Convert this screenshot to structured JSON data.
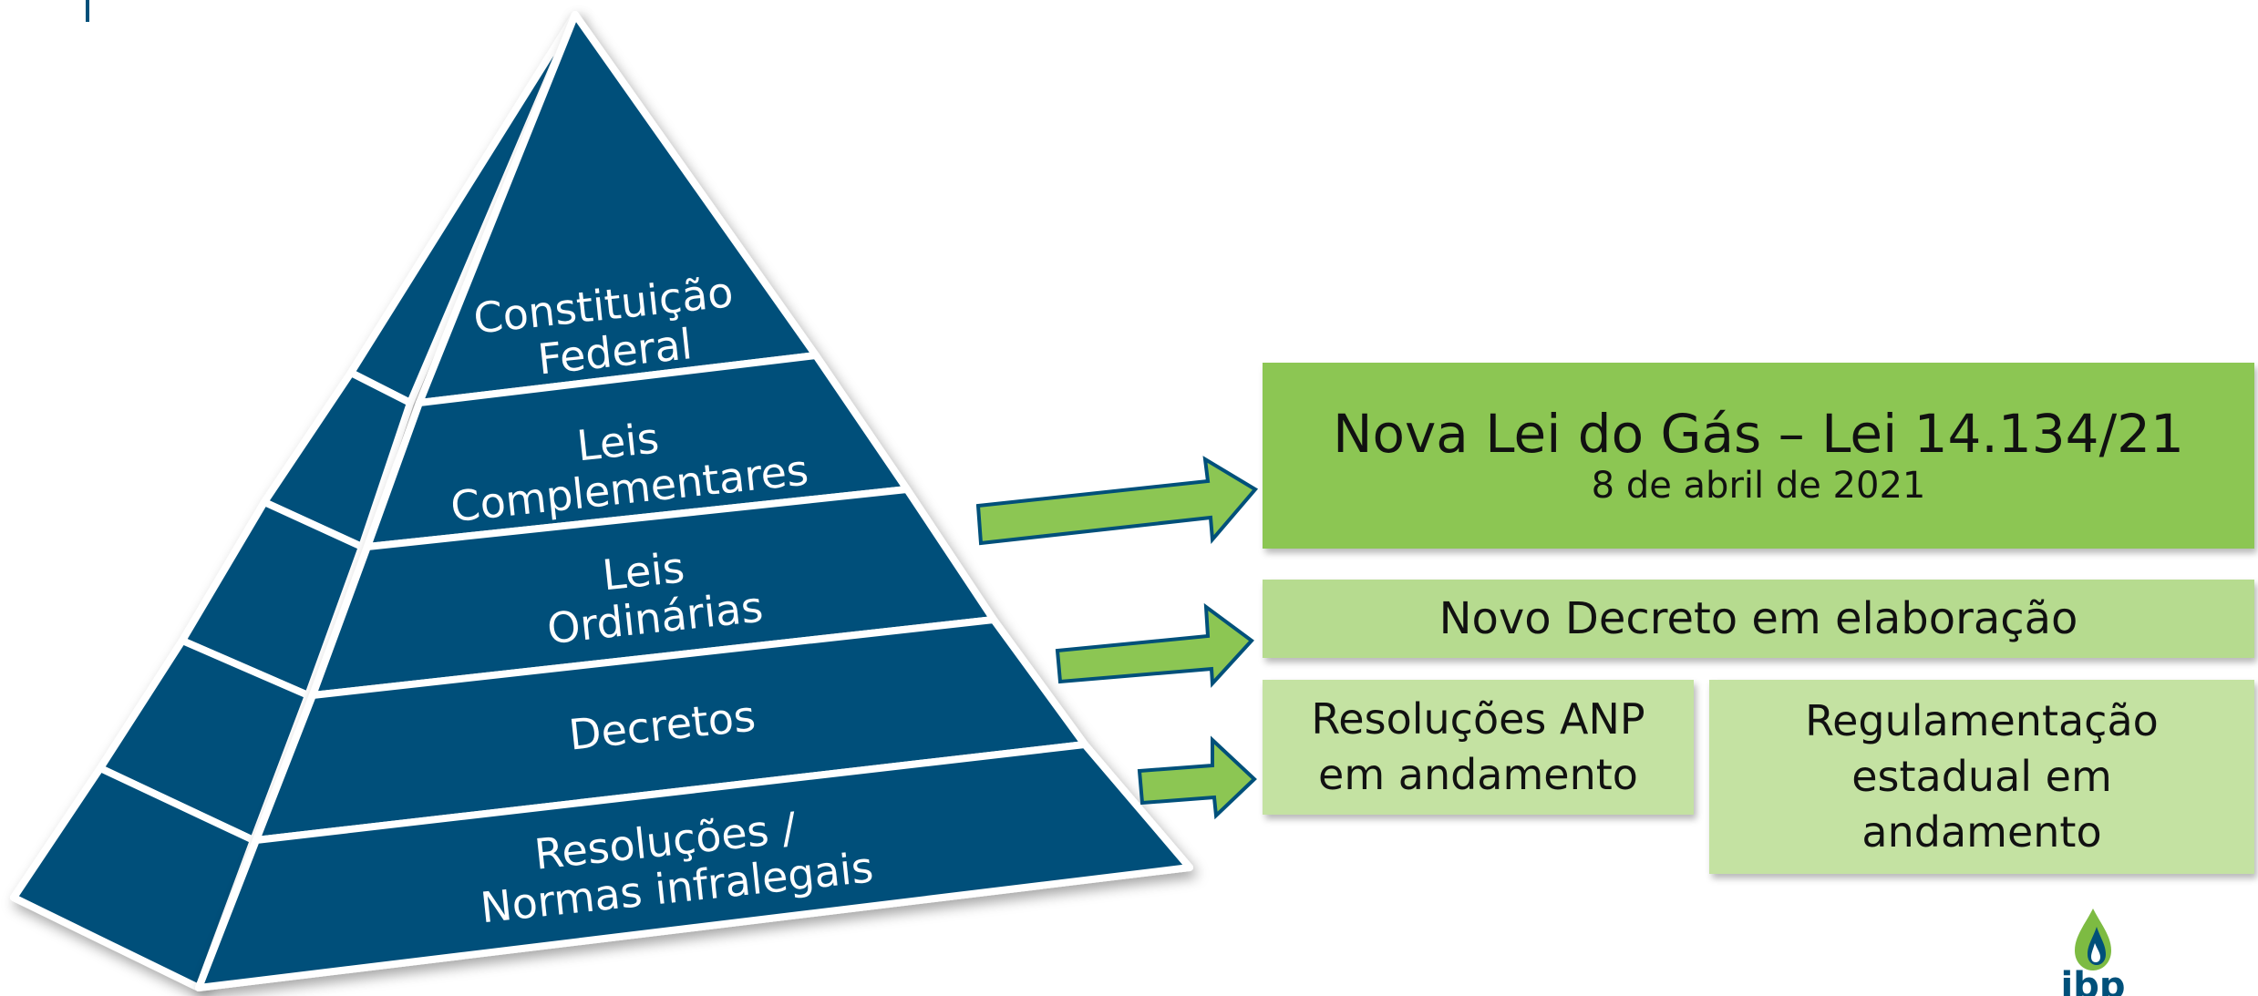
{
  "pyramid": {
    "levels": [
      {
        "id": "constituicao",
        "lines": [
          "Constituição",
          "Federal"
        ]
      },
      {
        "id": "leis-complementares",
        "lines": [
          "Leis",
          "Complementares"
        ]
      },
      {
        "id": "leis-ordinarias",
        "lines": [
          "Leis",
          "Ordinárias"
        ]
      },
      {
        "id": "decretos",
        "lines": [
          "Decretos"
        ]
      },
      {
        "id": "resolucoes",
        "lines": [
          "Resoluções /",
          "Normas infralegais"
        ]
      }
    ]
  },
  "boxes": {
    "nova_lei": {
      "title": "Nova Lei do Gás – Lei 14.134/21",
      "date": "8 de abril de 2021"
    },
    "decreto": {
      "text": "Novo Decreto em elaboração"
    },
    "resolucoes": {
      "line1": "Resoluções ANP",
      "line2": "em andamento"
    },
    "regulamentacao": {
      "line1": "Regulamentação",
      "line2": "estadual em",
      "line3": "andamento"
    }
  },
  "logo": {
    "text": "ibp"
  },
  "colors": {
    "pyramid": "#00507a",
    "border": "#ffffff",
    "arrow": "#8cc653",
    "arrow_outline": "#00507a",
    "box_dark": "#8cc653",
    "box_mid": "#b6db8f",
    "box_light": "#c4e2a2"
  }
}
